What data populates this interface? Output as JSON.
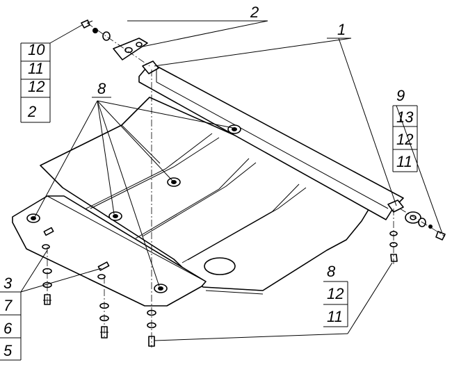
{
  "callouts": {
    "top_left_stack": [
      "10",
      "11",
      "12",
      "2"
    ],
    "top_center": "2",
    "top_right": "1",
    "middle_left": "8",
    "right_stack": [
      "9",
      "13",
      "12",
      "11"
    ],
    "bottom_right_stack": [
      "8",
      "12",
      "11"
    ],
    "bottom_left_stack": [
      "3",
      "7",
      "6",
      "5"
    ]
  }
}
